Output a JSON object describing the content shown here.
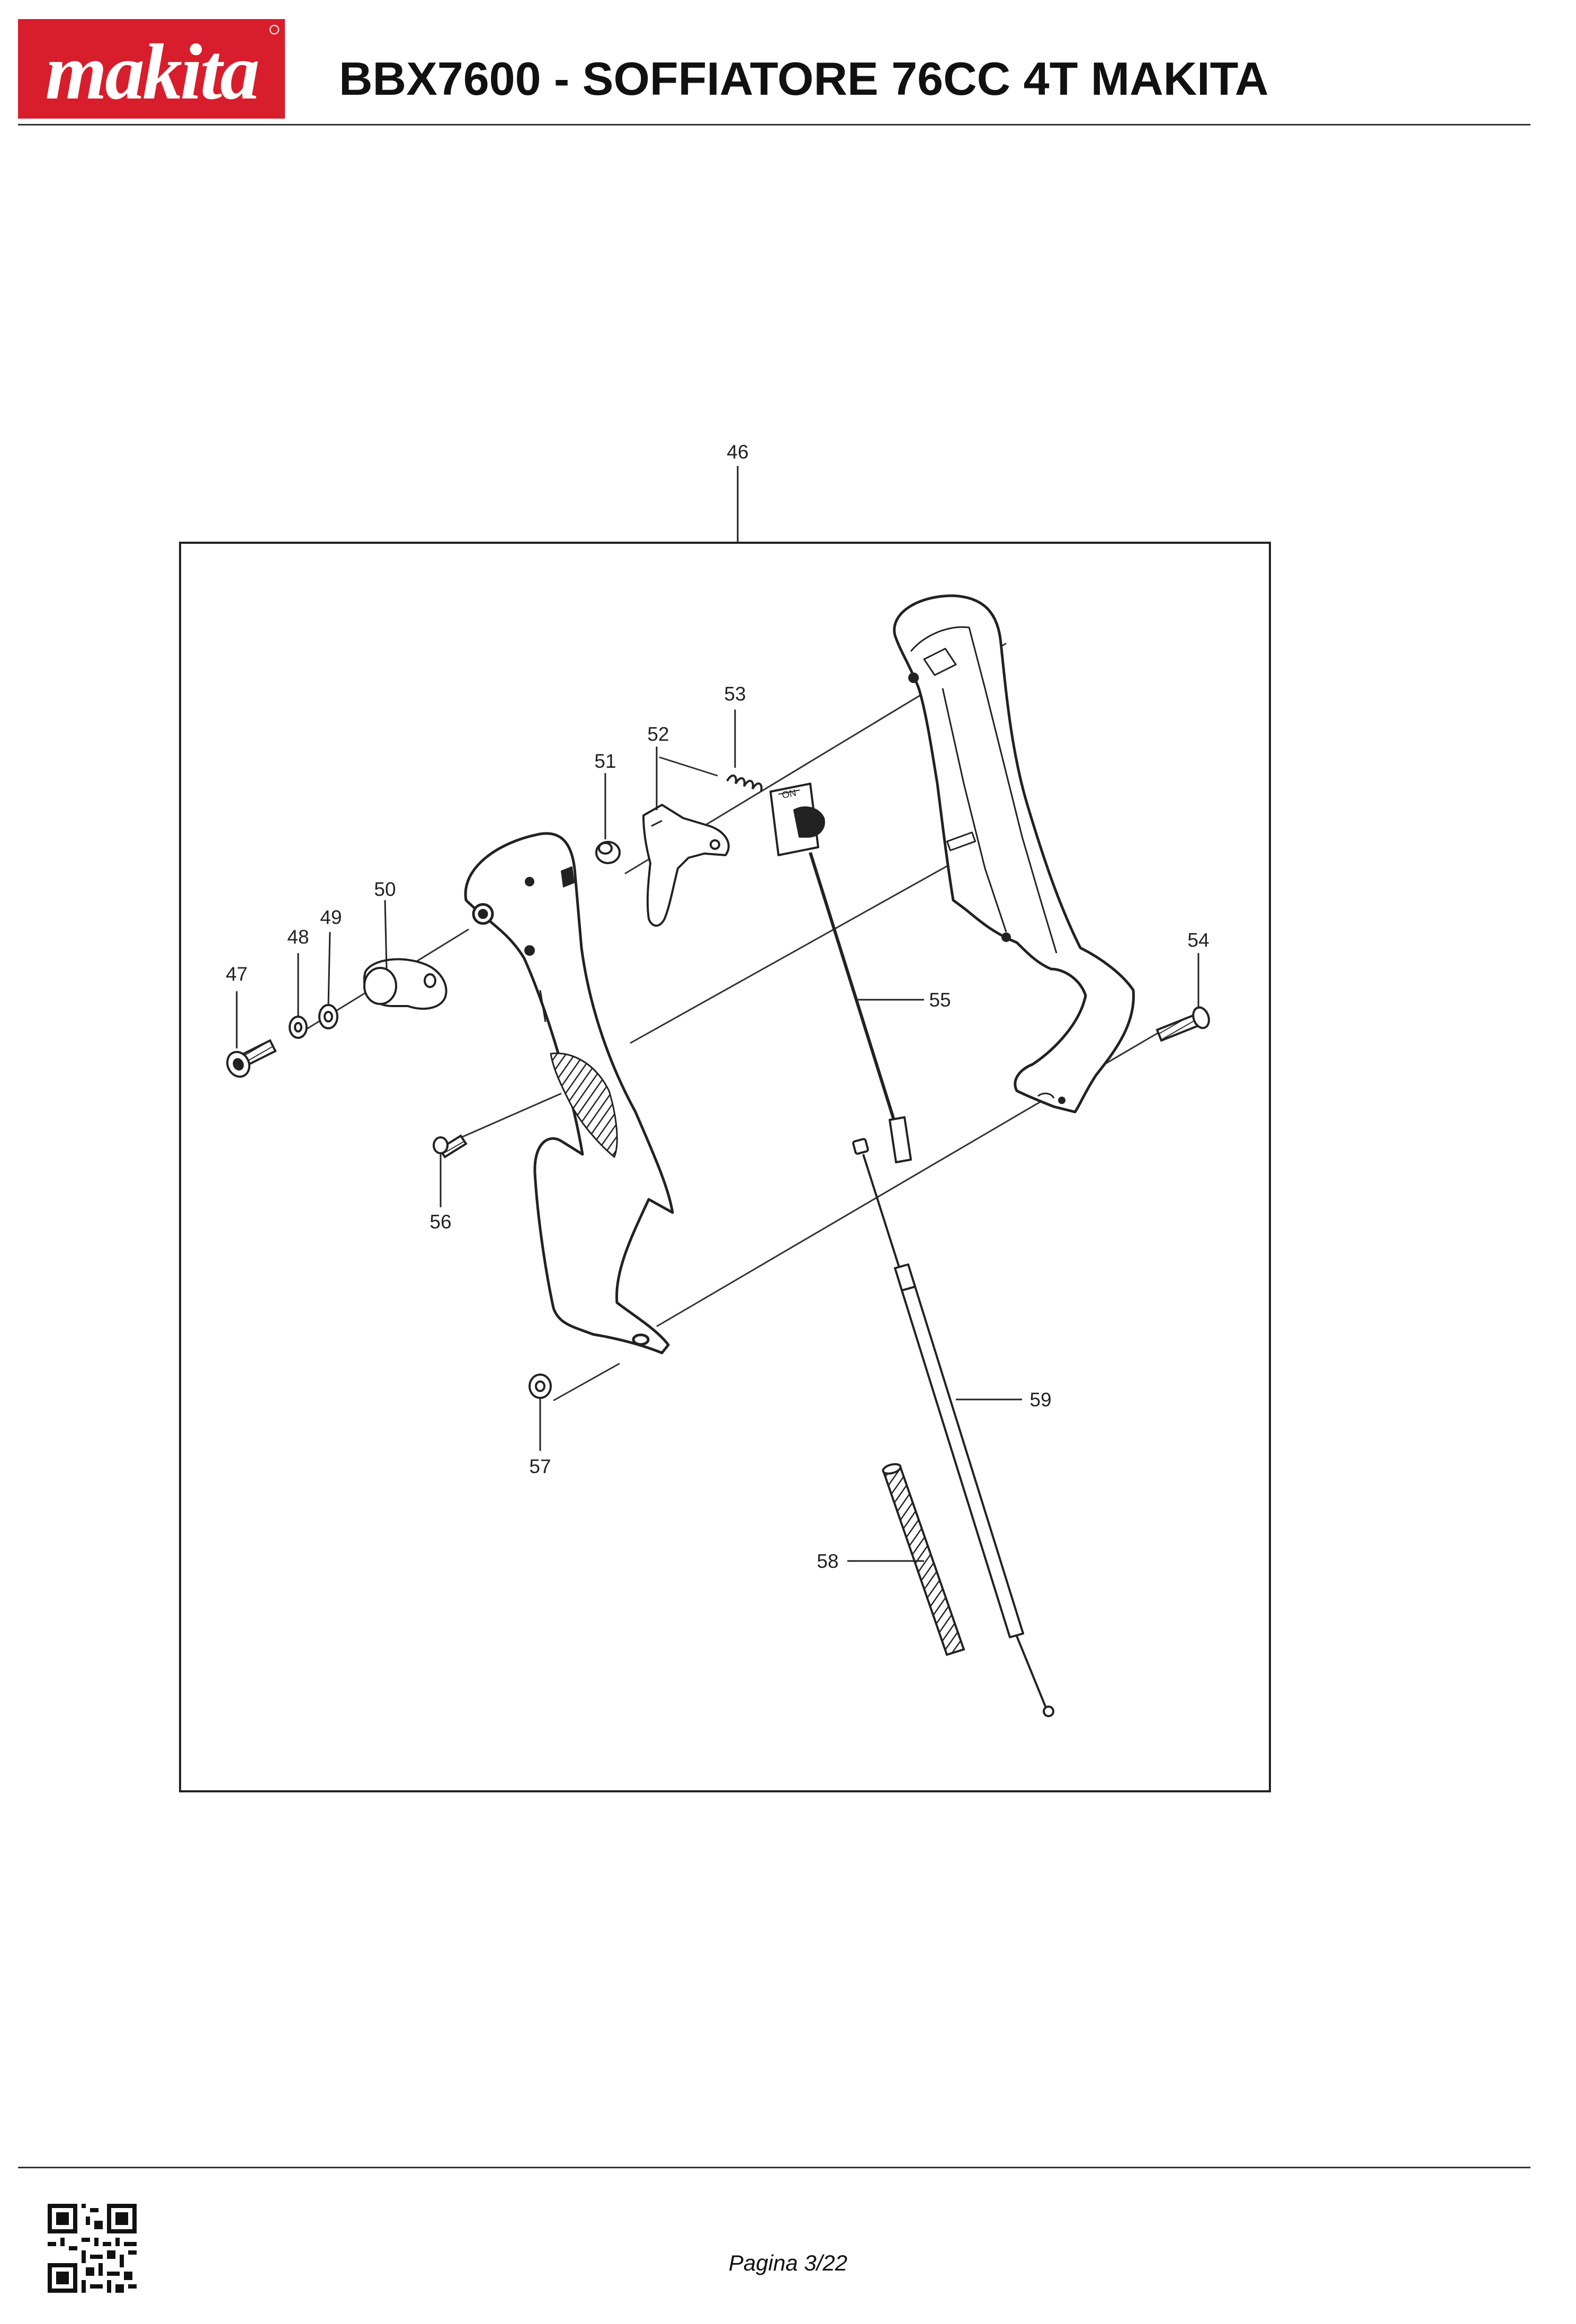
{
  "header": {
    "brand": "makita",
    "title": "BBX7600 - SOFFIATORE 76CC 4T MAKITA"
  },
  "diagram": {
    "frame_label": "46",
    "callouts": [
      {
        "id": "47",
        "label": "47"
      },
      {
        "id": "48",
        "label": "48"
      },
      {
        "id": "49",
        "label": "49"
      },
      {
        "id": "50",
        "label": "50"
      },
      {
        "id": "51",
        "label": "51"
      },
      {
        "id": "52",
        "label": "52"
      },
      {
        "id": "53",
        "label": "53"
      },
      {
        "id": "54",
        "label": "54"
      },
      {
        "id": "55",
        "label": "55"
      },
      {
        "id": "56",
        "label": "56"
      },
      {
        "id": "57",
        "label": "57"
      },
      {
        "id": "58",
        "label": "58"
      },
      {
        "id": "59",
        "label": "59"
      }
    ]
  },
  "footer": {
    "page": "Pagina 3/22"
  },
  "colors": {
    "brand_red": "#D81E2C",
    "line": "#222222"
  }
}
